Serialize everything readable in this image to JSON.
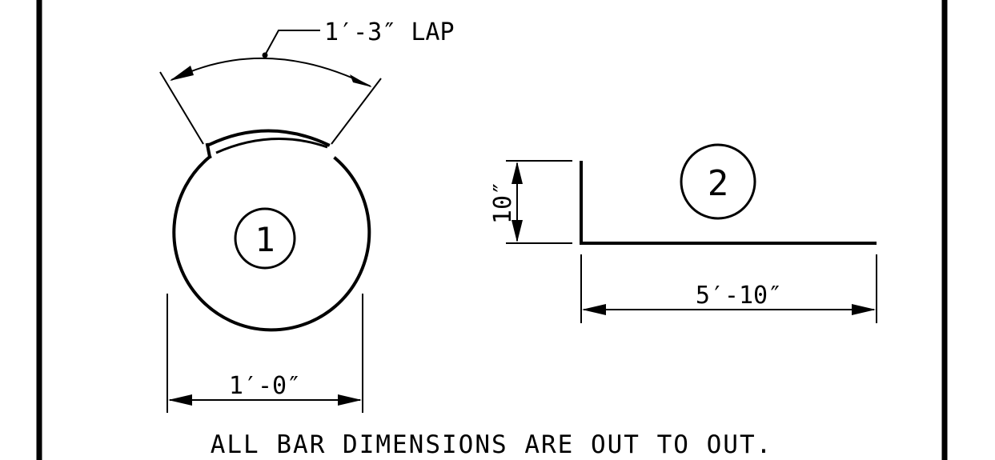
{
  "drawing": {
    "lap_label": "1′-3″ LAP",
    "bar1": {
      "mark": "1",
      "diameter_label": "1′-0″"
    },
    "bar2": {
      "mark": "2",
      "leg_label": "10″",
      "length_label": "5′-10″"
    },
    "note": "ALL BAR DIMENSIONS ARE OUT TO OUT.",
    "colors": {
      "ink": "#000000",
      "paper": "#ffffff"
    }
  }
}
